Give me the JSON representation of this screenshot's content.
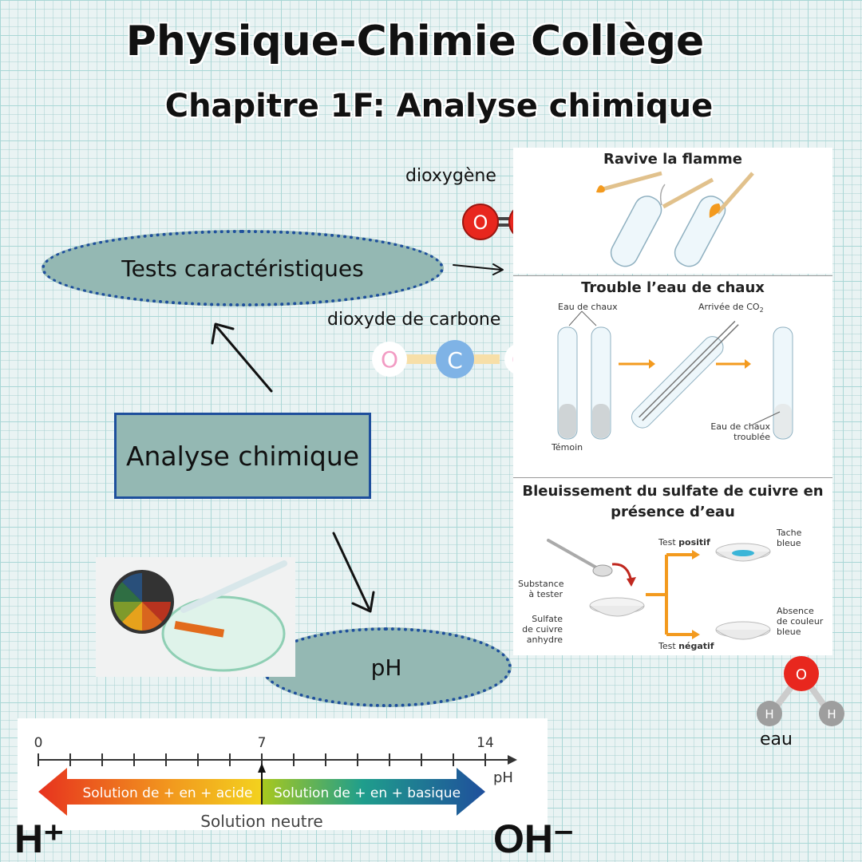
{
  "header": {
    "title": "Physique-Chimie Collège",
    "subtitle": "Chapitre 1F: Analyse chimique"
  },
  "diagram": {
    "center": "Analyse chimique",
    "tests": "Tests caractéristiques",
    "ph": "pH"
  },
  "molecules": {
    "dioxygen_label": "dioxygène",
    "dioxygen_atom": "O",
    "co2_label": "dioxyde de carbone",
    "co2_atoms": [
      "O",
      "C",
      "O"
    ],
    "water_label": "eau",
    "water_atoms": [
      "O",
      "H",
      "H"
    ]
  },
  "panels": {
    "flame": {
      "title": "Ravive la flamme"
    },
    "lime": {
      "title": "Trouble l’eau de chaux",
      "eau_de_chaux": "Eau de chaux",
      "arrivee": "Arrivée de CO",
      "arrivee_sub": "2",
      "temoin": "Témoin",
      "troublee_1": "Eau de chaux",
      "troublee_2": "troublée"
    },
    "copper": {
      "title_1": "Bleuissement du sulfate de cuivre en",
      "title_2": "présence d’eau",
      "test_positif_a": "Test ",
      "test_positif_b": "positif",
      "test_negatif_a": "Test ",
      "test_negatif_b": "négatif",
      "substance_1": "Substance",
      "substance_2": "à tester",
      "sulfate_1": "Sulfate",
      "sulfate_2": "de cuivre",
      "sulfate_3": "anhydre",
      "tache_1": "Tache",
      "tache_2": "bleue",
      "absence_1": "Absence",
      "absence_2": "de couleur",
      "absence_3": "bleue"
    }
  },
  "ph_scale": {
    "ticks": [
      "0",
      "7",
      "14"
    ],
    "unit": "pH",
    "acid": "Solution de + en + acide",
    "basic": "Solution de + en + basique",
    "neutral": "Solution neutre",
    "h_ion": "H⁺",
    "oh_ion": "OH⁻"
  },
  "colors": {
    "ellipse_fill": "#94b8b3",
    "border_blue": "#1e4f9c",
    "atom_red": "#e8271e",
    "atom_pink": "#f29bc3",
    "atom_blue": "#7fb3e6",
    "arrow_orange": "#f39a1e"
  }
}
